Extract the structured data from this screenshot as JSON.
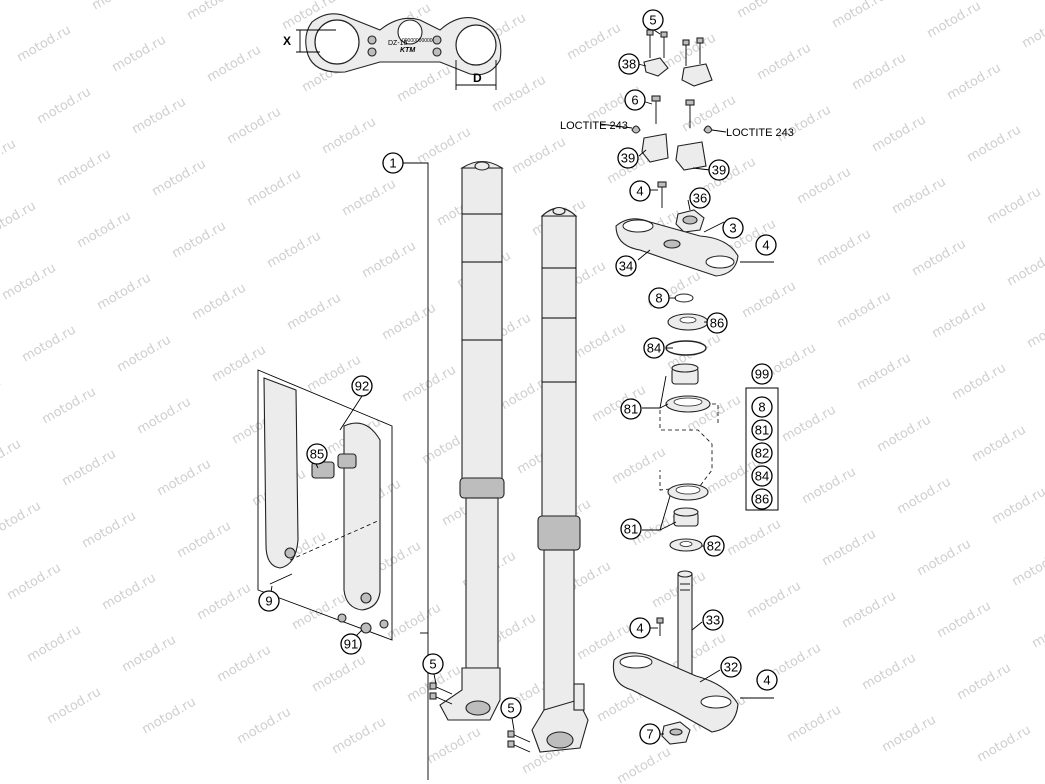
{
  "watermark": "motod.ru",
  "dimension_labels": {
    "x": "X",
    "d": "D"
  },
  "clamp_stamp": {
    "code": "DZ-16",
    "number": "00000000000",
    "logo": "KTM"
  },
  "loctite": {
    "left": "LOCTITE 243",
    "right": "LOCTITE 243"
  },
  "callouts": {
    "c1": "1",
    "c3": "3",
    "c4a": "4",
    "c4b": "4",
    "c4c": "4",
    "c4d": "4",
    "c5a": "5",
    "c5b": "5",
    "c5c": "5",
    "c6": "6",
    "c7": "7",
    "c8": "8",
    "c9": "9",
    "c32": "32",
    "c33": "33",
    "c34": "34",
    "c36": "36",
    "c38": "38",
    "c39a": "39",
    "c39b": "39",
    "c81a": "81",
    "c81b": "81",
    "c82": "82",
    "c84": "84",
    "c85": "85",
    "c86": "86",
    "c91": "91",
    "c92": "92"
  },
  "kit": {
    "title": "99",
    "items": [
      "8",
      "81",
      "82",
      "84",
      "86"
    ]
  }
}
